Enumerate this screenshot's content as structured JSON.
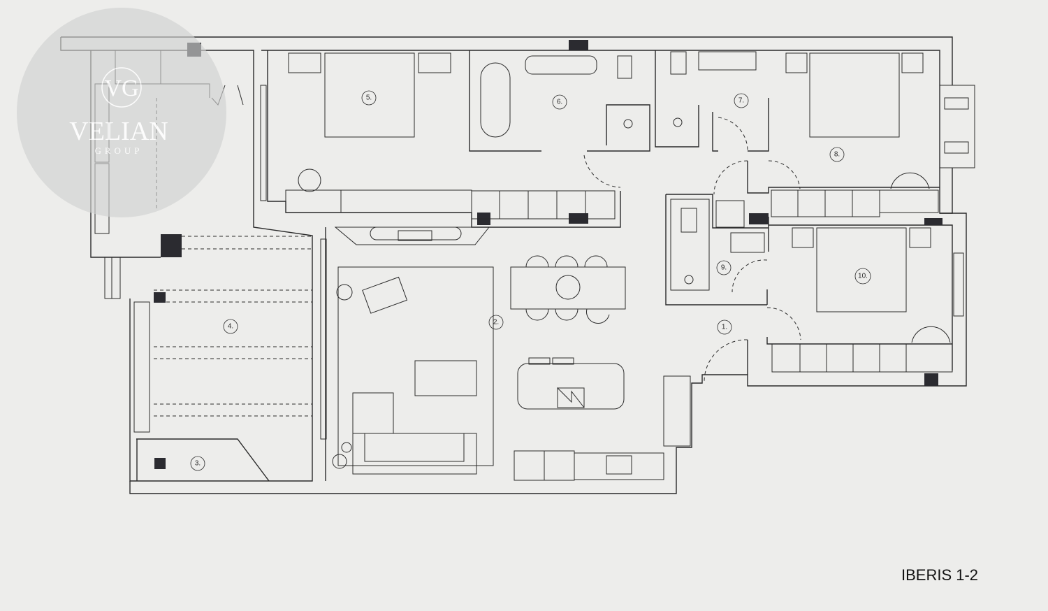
{
  "plan_title": "IBERIS 1-2",
  "watermark": {
    "brand": "VELIAN",
    "sub": "GROUP",
    "monogram": "VG"
  },
  "rooms": [
    {
      "label": "1."
    },
    {
      "label": "2."
    },
    {
      "label": "3."
    },
    {
      "label": "4."
    },
    {
      "label": "5."
    },
    {
      "label": "6."
    },
    {
      "label": "7."
    },
    {
      "label": "8."
    },
    {
      "label": "9."
    },
    {
      "label": "10."
    }
  ]
}
